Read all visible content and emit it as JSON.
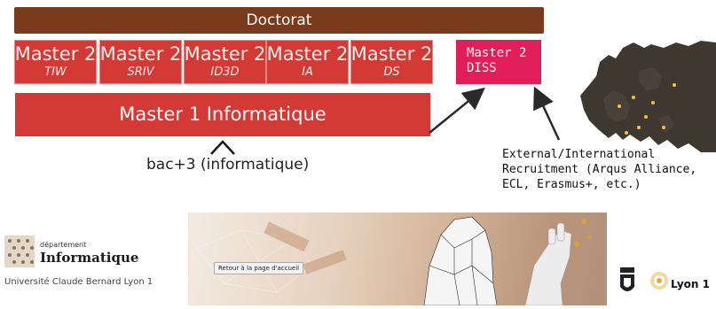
{
  "diagram": {
    "doctorat": "Doctorat",
    "masters2": [
      {
        "title": "Master 2",
        "sub": "TIW"
      },
      {
        "title": "Master 2",
        "sub": "SRIV"
      },
      {
        "title": "Master 2",
        "sub": "ID3D"
      },
      {
        "title": "Master 2",
        "sub": "IA"
      },
      {
        "title": "Master 2",
        "sub": "DS"
      }
    ],
    "diss": "Master 2\nDISS",
    "master1": "Master 1 Informatique",
    "entry": "bac+3 (informatique)",
    "recruitment": "External/International Recruitment (Arqus Alliance, ECL, Erasmus+, etc.)"
  },
  "footer": {
    "dept_small": "département",
    "dept_big": "Informatique",
    "university": "Université Claude Bernard Lyon 1",
    "back_link": "Retour à la page d'accueil",
    "lyon": "Lyon 1"
  },
  "colors": {
    "doctorat": "#7a3b1c",
    "master": "#d33a36",
    "diss": "#e11d5a",
    "map": "#3d3730"
  },
  "icons": [
    "europe-map",
    "arrow-up",
    "dept-logo-icon",
    "lion-crest-icon",
    "lyon1-circle-icon"
  ]
}
